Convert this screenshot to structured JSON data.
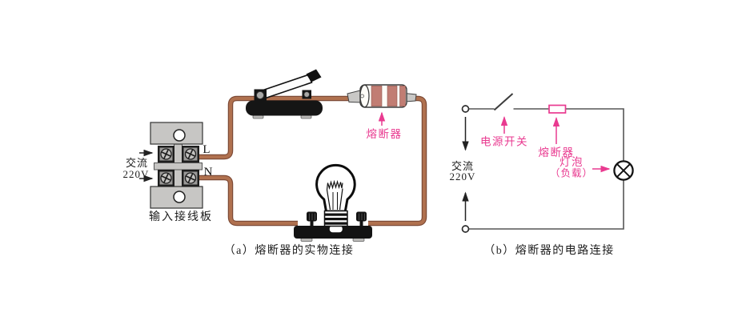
{
  "colors": {
    "copper_wire": "#b0714f",
    "copper_wire_edge": "#7d4a36",
    "magenta_accent": "#e93a90",
    "fuse_band_red": "#c17d73",
    "board_gray": "#c7c6c4",
    "schematic_line_gray": "#565656"
  },
  "diagram_a": {
    "caption": "（a）熔断器的实物连接",
    "ac_label_line1": "交流",
    "ac_label_line2": "220V",
    "live_terminal": "L",
    "neutral_terminal": "N",
    "board_label": "输入接线板",
    "fuse_label": "熔断器"
  },
  "diagram_b": {
    "caption": "（b）熔断器的电路连接",
    "ac_label_line1": "交流",
    "ac_label_line2": "220V",
    "switch_label": "电源开关",
    "fuse_label": "熔断器",
    "load_label_line1": "灯泡",
    "load_label_line2": "（负载）"
  }
}
